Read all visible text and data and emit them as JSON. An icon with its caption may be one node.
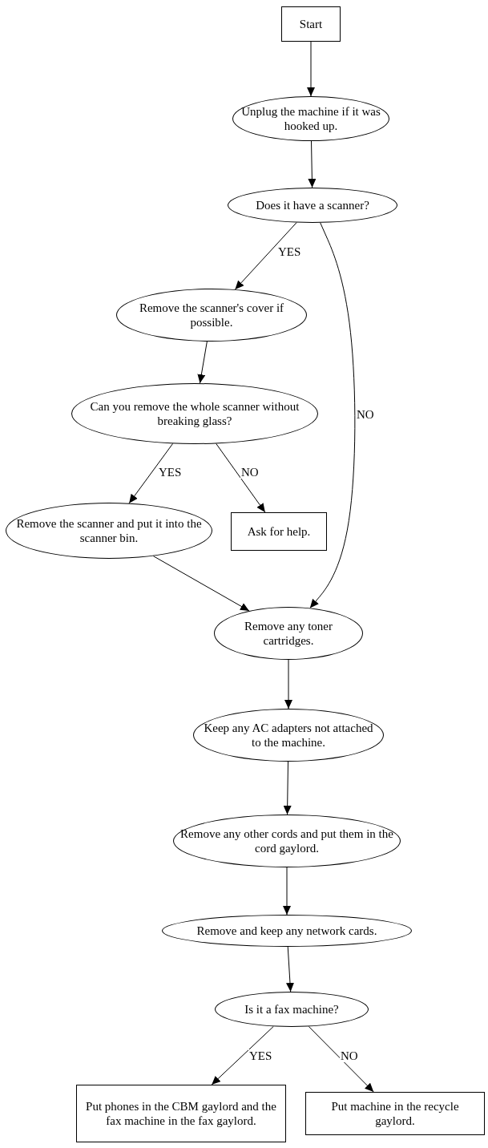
{
  "diagram": {
    "nodes": [
      {
        "text": [
          "Start"
        ]
      },
      {
        "text": [
          "Unplug the machine if it was hooked up."
        ]
      },
      {
        "text": [
          "Does it have a scanner?"
        ]
      },
      {
        "text": [
          "Remove the scanner's cover if possible."
        ]
      },
      {
        "text": [
          "Can you remove the whole scanner without breaking glass?"
        ]
      },
      {
        "text": [
          "Remove the scanner and put it into the scanner bin."
        ]
      },
      {
        "text": [
          "Ask for help."
        ]
      },
      {
        "text": [
          "Remove any toner cartridges."
        ]
      },
      {
        "text": [
          "Keep any AC adapters not attached to the machine."
        ]
      },
      {
        "text": [
          "Remove any other cords and put them in the cord gaylord."
        ]
      },
      {
        "text": [
          "Remove and keep any network cards."
        ]
      },
      {
        "text": [
          "Is it a fax machine?"
        ]
      },
      {
        "text": [
          "Put phones in the CBM gaylord and the fax machine in the fax gaylord."
        ]
      },
      {
        "text": [
          "Put machine in the recycle gaylord."
        ]
      }
    ],
    "edges": [
      {
        "from": 0,
        "to": 1,
        "arrow": "to"
      },
      {
        "from": 1,
        "to": 2,
        "arrow": "to"
      },
      {
        "from": 2,
        "to": 3,
        "arrow": "to",
        "label": "YES"
      },
      {
        "from": 2,
        "to": 7,
        "arrow": "to",
        "label": "NO"
      },
      {
        "from": 3,
        "to": 4,
        "arrow": "to"
      },
      {
        "from": 4,
        "to": 5,
        "arrow": "to",
        "label": "YES"
      },
      {
        "from": 4,
        "to": 6,
        "arrow": "to",
        "label": "NO"
      },
      {
        "from": 5,
        "to": 7,
        "arrow": "to"
      },
      {
        "from": 7,
        "to": 8,
        "arrow": "to"
      },
      {
        "from": 8,
        "to": 9,
        "arrow": "to"
      },
      {
        "from": 9,
        "to": 10,
        "arrow": "to"
      },
      {
        "from": 10,
        "to": 11,
        "arrow": "to"
      },
      {
        "from": 11,
        "to": 12,
        "arrow": "to",
        "label": "YES"
      },
      {
        "from": 11,
        "to": 13,
        "arrow": "to",
        "label": "NO"
      }
    ]
  }
}
